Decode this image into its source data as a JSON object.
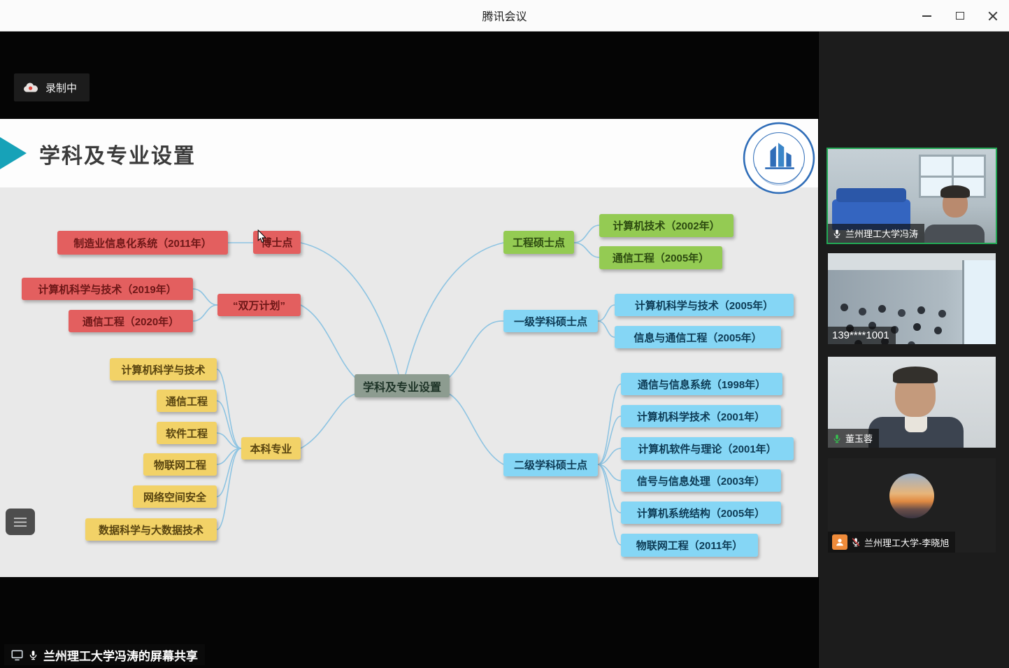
{
  "window": {
    "title": "腾讯会议"
  },
  "recording_badge": {
    "label": "录制中"
  },
  "slide": {
    "header_title": "学科及专业设置",
    "mindmap": {
      "center": {
        "label": "学科及专业设置"
      },
      "left_branches": [
        {
          "label": "博士点",
          "color": "red",
          "children": [
            {
              "label": "制造业信息化系统（2011年）"
            }
          ]
        },
        {
          "label": "“双万计划”",
          "color": "red",
          "children": [
            {
              "label": "计算机科学与技术（2019年）"
            },
            {
              "label": "通信工程（2020年）"
            }
          ]
        },
        {
          "label": "本科专业",
          "color": "yellow",
          "children": [
            {
              "label": "计算机科学与技术"
            },
            {
              "label": "通信工程"
            },
            {
              "label": "软件工程"
            },
            {
              "label": "物联网工程"
            },
            {
              "label": "网络空间安全"
            },
            {
              "label": "数据科学与大数据技术"
            }
          ]
        }
      ],
      "right_branches": [
        {
          "label": "工程硕士点",
          "color": "green",
          "children": [
            {
              "label": "计算机技术（2002年）"
            },
            {
              "label": "通信工程（2005年）"
            }
          ]
        },
        {
          "label": "一级学科硕士点",
          "color": "blue",
          "children": [
            {
              "label": "计算机科学与技术（2005年）"
            },
            {
              "label": "信息与通信工程（2005年）"
            }
          ]
        },
        {
          "label": "二级学科硕士点",
          "color": "blue",
          "children": [
            {
              "label": "通信与信息系统（1998年）"
            },
            {
              "label": "计算机科学技术（2001年）"
            },
            {
              "label": "计算机软件与理论（2001年）"
            },
            {
              "label": "信号与信息处理（2003年）"
            },
            {
              "label": "计算机系统结构（2005年）"
            },
            {
              "label": "物联网工程（2011年）"
            }
          ]
        }
      ]
    }
  },
  "participants": [
    {
      "name": "兰州理工大学冯涛",
      "mic": "on",
      "active_speaker": true
    },
    {
      "name": "139****1001",
      "mic": "none",
      "active_speaker": false
    },
    {
      "name": "董玉蓉",
      "mic": "on",
      "active_speaker": false
    },
    {
      "name": "兰州理工大学-李晓旭",
      "mic": "muted",
      "active_speaker": false
    }
  ],
  "share_banner": {
    "label": "兰州理工大学冯涛的屏幕共享"
  },
  "colors": {
    "red_node": "#e35f5f",
    "yellow_node": "#f2d267",
    "green_node": "#94cb53",
    "blue_node": "#85d6f5",
    "center_node": "#8d9c90",
    "connector": "#8ec4e2",
    "active_speaker_border": "#23a855",
    "accent_teal": "#17a2b8"
  }
}
